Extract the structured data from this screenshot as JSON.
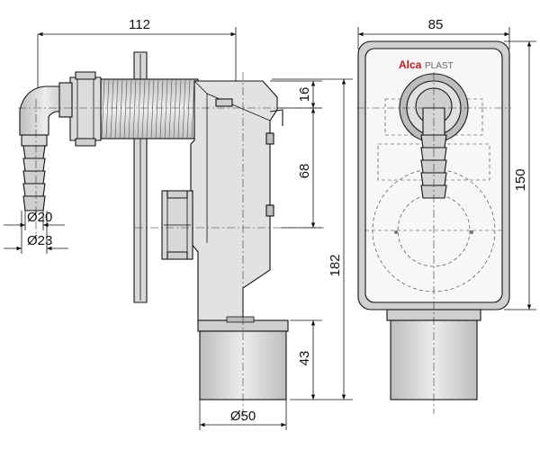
{
  "side_view": {
    "width_label": "112",
    "dim_top_label": "16",
    "dim_mid_label": "68",
    "dim_total_label": "182",
    "dim_bottom_label": "43",
    "hose_inner_label": "Ø20",
    "hose_outer_label": "Ø23",
    "outlet_label": "Ø50"
  },
  "front_view": {
    "width_label": "85",
    "height_label": "150",
    "brand_alca": "Alca",
    "brand_plast": "PLAST"
  },
  "colors": {
    "line": "#111111",
    "part_fill": "#e4e4e4",
    "part_dark": "#cfcfcf",
    "pipe_fill": "#d6d6d6",
    "background": "#ffffff"
  }
}
